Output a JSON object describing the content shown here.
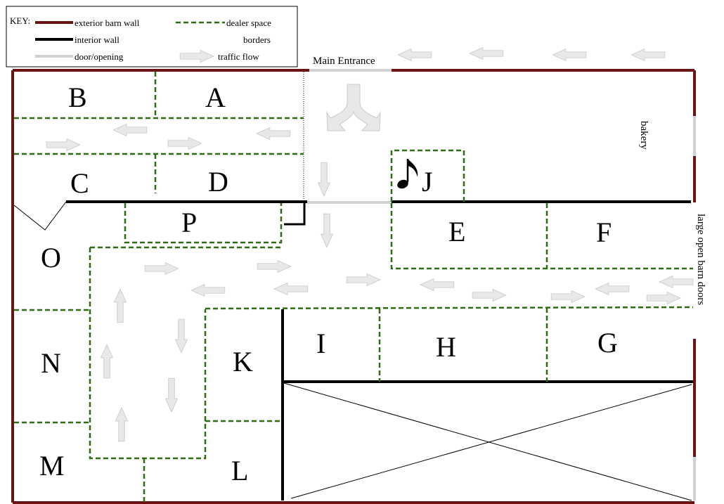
{
  "key": {
    "title": "KEY:",
    "items": {
      "exterior": "exterior barn wall",
      "interior": "interior wall",
      "door": "door/opening",
      "dealer": "dealer space",
      "dealer_cont": "borders",
      "traffic": "traffic flow"
    },
    "colors": {
      "exterior": "#6b1414",
      "interior": "#000000",
      "door": "#d0d0d0",
      "dealer": "#2b6e12",
      "traffic": "#e8e8e8"
    }
  },
  "labels": {
    "main_entrance": "Main Entrance",
    "bakery": "bakery",
    "barn_doors": "large open barn doors"
  },
  "spaces": {
    "A": "A",
    "B": "B",
    "C": "C",
    "D": "D",
    "E": "E",
    "F": "F",
    "G": "G",
    "H": "H",
    "I": "I",
    "J": "J",
    "K": "K",
    "L": "L",
    "M": "M",
    "N": "N",
    "O": "O",
    "P": "P"
  },
  "icons": {
    "music_note": "music-note-icon",
    "arrow": "traffic-arrow-icon"
  }
}
